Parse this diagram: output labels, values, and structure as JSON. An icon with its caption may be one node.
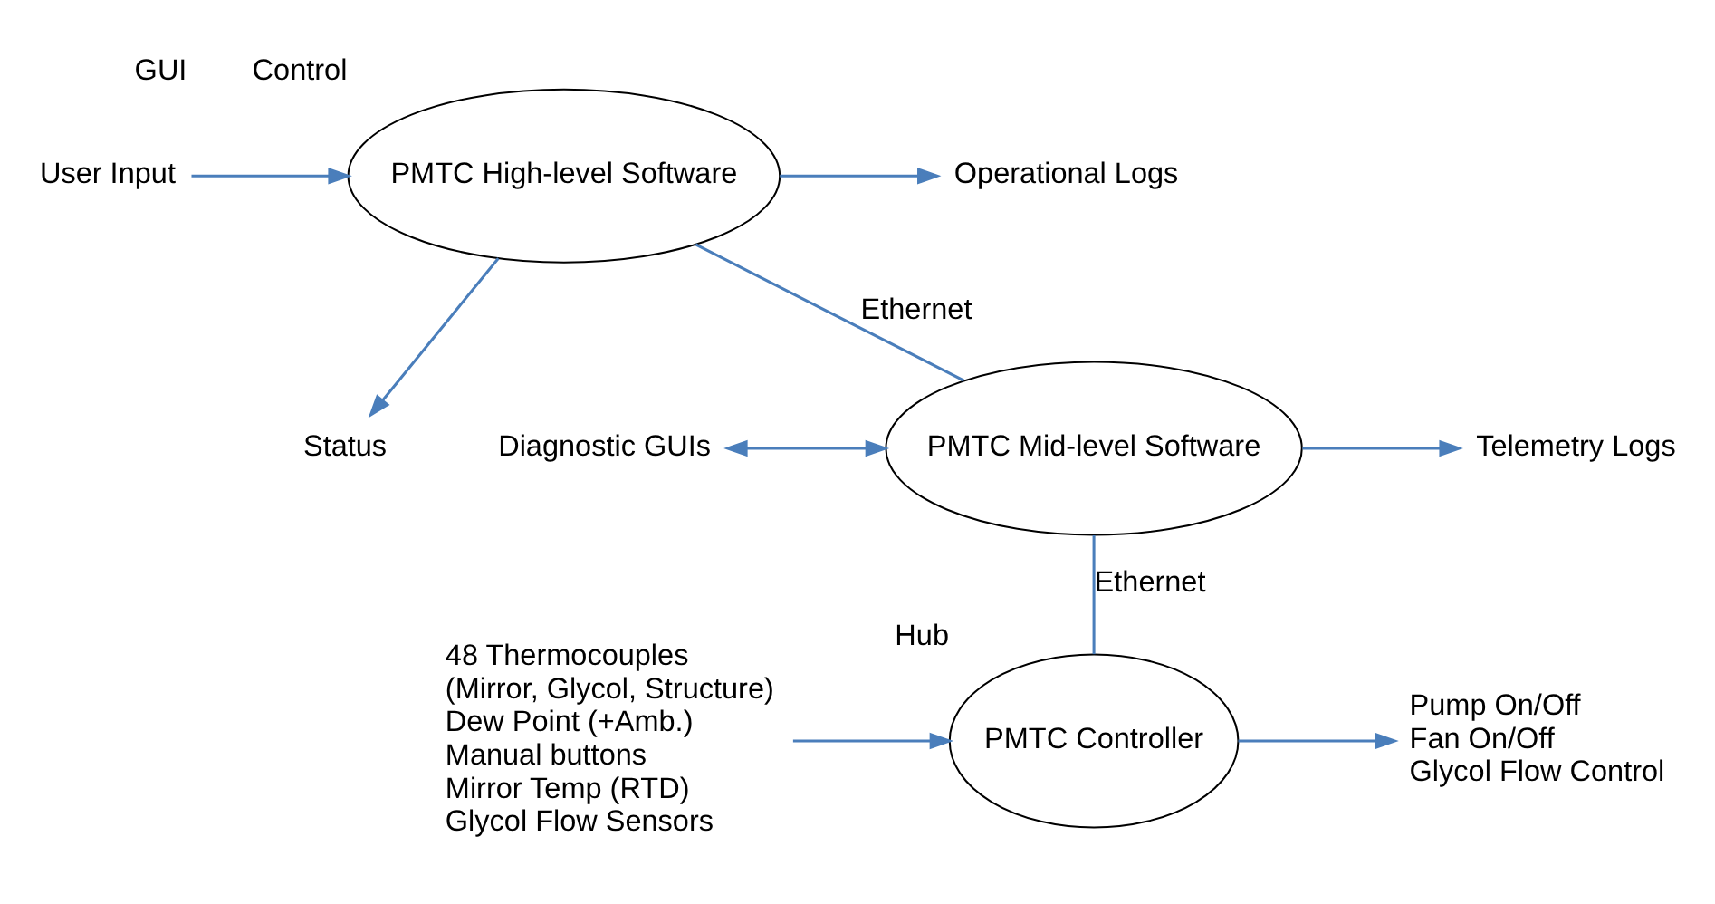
{
  "diagram": {
    "nodes": [
      {
        "text": [
          "PMTC High-level Software"
        ],
        "beside": [
          "GUI",
          "Control"
        ]
      },
      {
        "text": [
          "User Input"
        ]
      },
      {
        "text": [
          "Operational Logs"
        ]
      },
      {
        "text": [
          "Status"
        ]
      },
      {
        "text": [
          "PMTC Mid-level Software"
        ]
      },
      {
        "text": [
          "Diagnostic GUIs"
        ]
      },
      {
        "text": [
          "Telemetry Logs"
        ]
      },
      {
        "text": [
          "PMTC Controller"
        ],
        "beside": [
          "Hub"
        ]
      },
      {
        "text": [
          "48 Thermocouples",
          "(Mirror, Glycol, Structure)",
          "Dew Point (+Amb.)",
          "Manual buttons",
          "Mirror Temp (RTD)",
          "Glycol Flow Sensors"
        ]
      },
      {
        "text": [
          "Pump On/Off",
          "Fan On/Off",
          "Glycol Flow Control"
        ]
      }
    ],
    "edges": [
      {
        "from": 1,
        "to": 0,
        "arrow": "to"
      },
      {
        "from": 0,
        "to": 2,
        "arrow": "to"
      },
      {
        "from": 0,
        "to": 3,
        "arrow": "to"
      },
      {
        "from": 0,
        "to": 4,
        "arrow": "none",
        "label": "Ethernet"
      },
      {
        "from": 5,
        "to": 4,
        "arrow": "both"
      },
      {
        "from": 4,
        "to": 6,
        "arrow": "to"
      },
      {
        "from": 4,
        "to": 7,
        "arrow": "none",
        "label": "Ethernet"
      },
      {
        "from": 8,
        "to": 7,
        "arrow": "to"
      },
      {
        "from": 7,
        "to": 9,
        "arrow": "to"
      }
    ]
  }
}
